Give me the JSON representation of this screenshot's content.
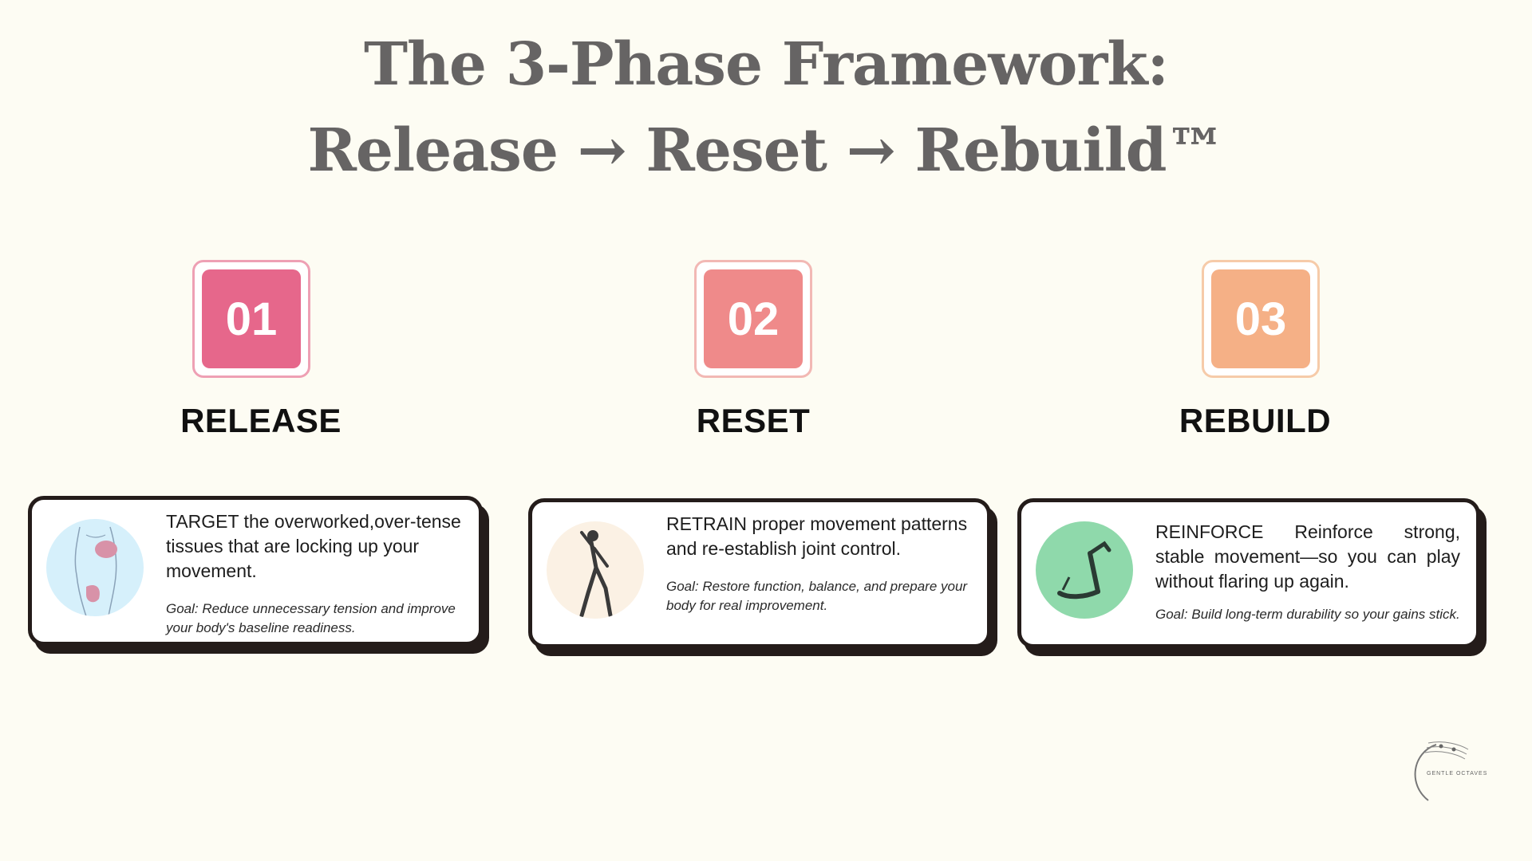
{
  "title": {
    "line1": "The 3-Phase Framework:",
    "line2": "Release → Reset → Rebuild™"
  },
  "phases": [
    {
      "number": "01",
      "name": "RELEASE",
      "description": "TARGET the overworked,over-tense tissues that are locking up your movement.",
      "goal": "Goal: Reduce unnecessary tension and improve your body's baseline readiness.",
      "color": "#e6678b",
      "border_color": "#eea0b4",
      "circle_color": "#d6f0fb",
      "icon": "muscle-anatomy-icon"
    },
    {
      "number": "02",
      "name": "RESET",
      "description": "RETRAIN proper movement patterns and re-establish joint control.",
      "goal": "Goal: Restore function, balance, and prepare your body for real improvement.",
      "color": "#ef8a8a",
      "border_color": "#f2b8b4",
      "circle_color": "#fbf1e4",
      "icon": "walking-anatomy-icon"
    },
    {
      "number": "03",
      "name": "REBUILD",
      "description": "REINFORCE Reinforce strong, stable movement—so you can play without flaring up again.",
      "goal": "Goal: Build long-term durability so your gains stick.",
      "color": "#f5b086",
      "border_color": "#f6cba9",
      "circle_color": "#8fd9ab",
      "icon": "arm-anatomy-icon"
    }
  ],
  "logo": {
    "text": "GENTLE OCTAVES",
    "icon": "music-staff-logo-icon"
  }
}
